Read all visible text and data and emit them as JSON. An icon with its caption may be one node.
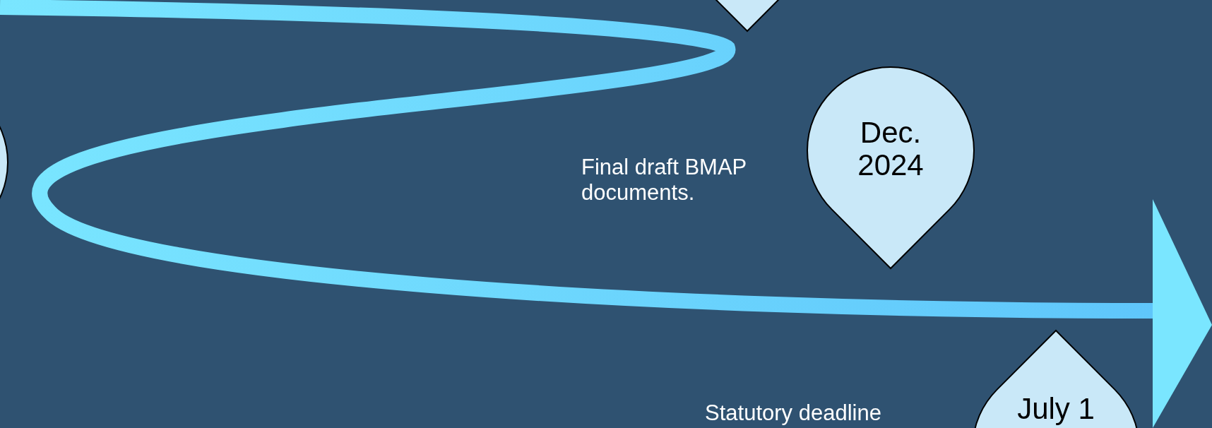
{
  "diagram": {
    "nodes": [
      {
        "text": [],
        "shape": "pin"
      },
      {
        "text": [],
        "shape": "circle"
      },
      {
        "text": [
          "Dec. 2024"
        ],
        "beside": [
          "Final draft BMAP documents."
        ]
      },
      {
        "text": [
          "July 1"
        ]
      }
    ],
    "labels": [
      "Statutory deadline"
    ]
  }
}
